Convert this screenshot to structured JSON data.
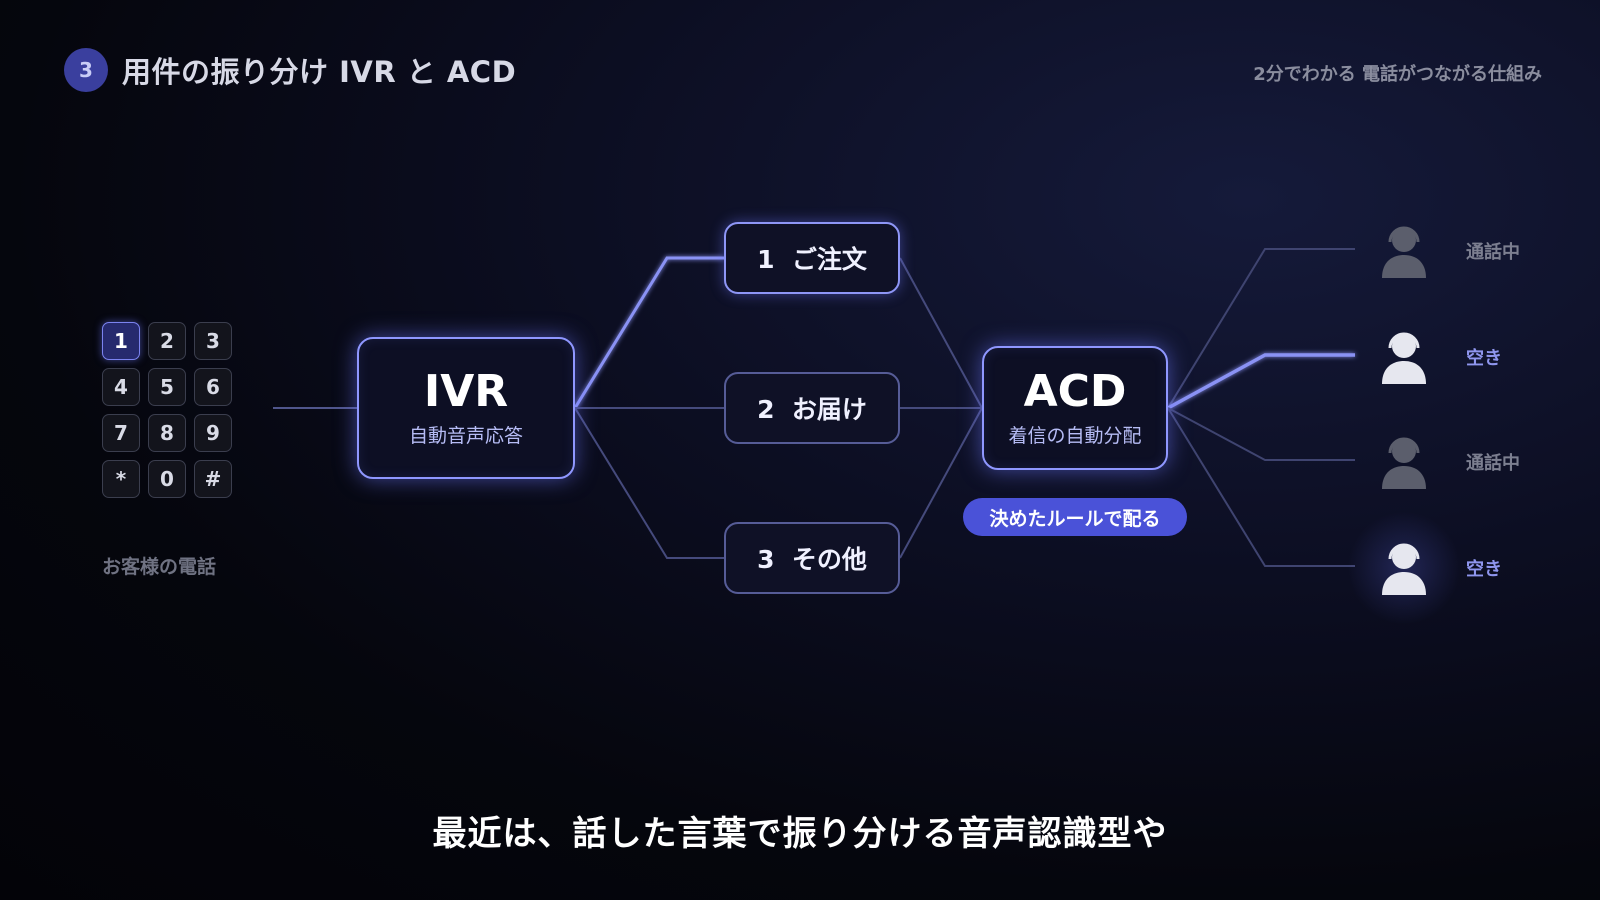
{
  "header": {
    "step_number": "3",
    "title": "用件の振り分け IVR と ACD",
    "series_title": "2分でわかる 電話がつながる仕組み"
  },
  "keypad": {
    "keys": [
      "1",
      "2",
      "3",
      "4",
      "5",
      "6",
      "7",
      "8",
      "9",
      "*",
      "0",
      "#"
    ],
    "active_key": "1",
    "label": "お客様の電話"
  },
  "ivr": {
    "title": "IVR",
    "subtitle": "自動音声応答"
  },
  "menu": [
    {
      "label": "1  ご注文",
      "selected": true
    },
    {
      "label": "2  お届け",
      "selected": false
    },
    {
      "label": "3  その他",
      "selected": false
    }
  ],
  "acd": {
    "title": "ACD",
    "subtitle": "着信の自動分配",
    "rule_badge": "決めたルールで配る"
  },
  "agents": [
    {
      "status": "通話中",
      "state": "busy"
    },
    {
      "status": "空き",
      "state": "free"
    },
    {
      "status": "通話中",
      "state": "busy"
    },
    {
      "status": "空き",
      "state": "free"
    }
  ],
  "caption": "最近は、話した言葉で振り分ける音声認識型や",
  "colors": {
    "accent": "#8f97ff",
    "badge": "#4a52d8",
    "busy": "#7c7f90",
    "free": "#8f96ee"
  }
}
